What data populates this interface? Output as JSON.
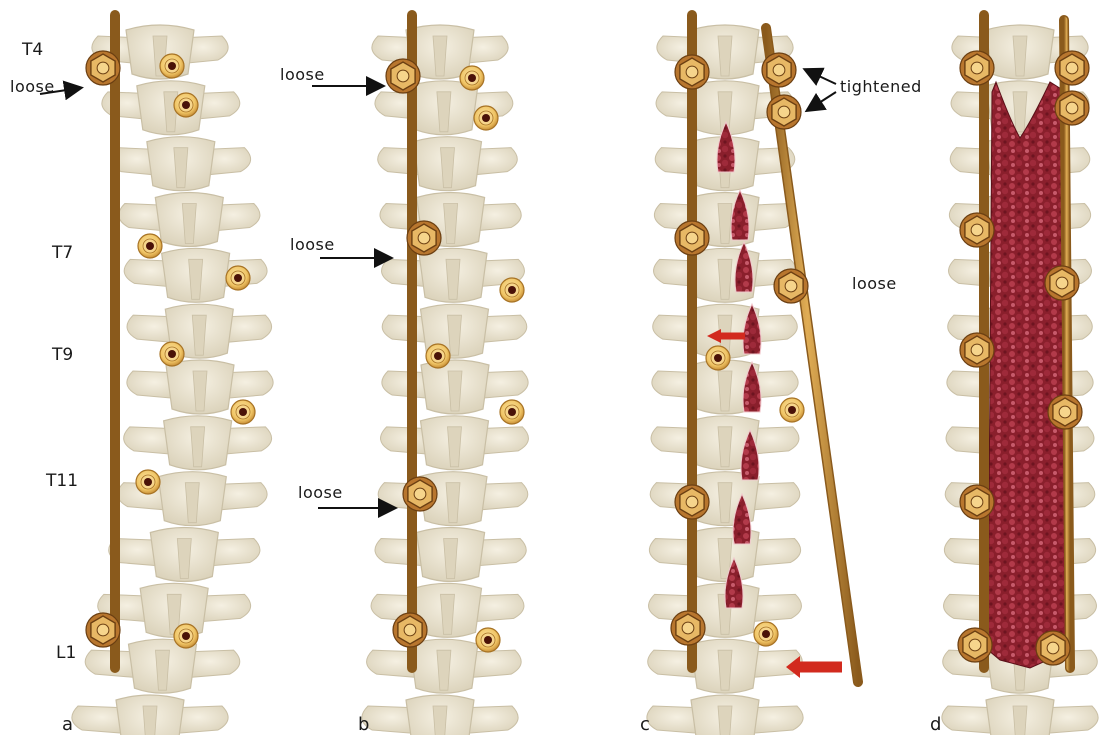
{
  "panels": [
    {
      "letter": "a"
    },
    {
      "letter": "b"
    },
    {
      "letter": "c"
    },
    {
      "letter": "d"
    }
  ],
  "levels": {
    "t4": "T4",
    "t7": "T7",
    "t9": "T9",
    "t11": "T11",
    "l1": "L1"
  },
  "annotations": {
    "a_loose": "loose",
    "b_loose_top": "loose",
    "b_loose_mid": "loose",
    "b_loose_low": "loose",
    "c_tightened": "tightened",
    "c_loose": "loose"
  },
  "colors": {
    "bone": "#e9e2cf",
    "bone_shade": "#c9bfa5",
    "rod": "#c8923c",
    "rod_edge": "#8a5a1c",
    "screw_nut": "#b8762e",
    "screw_head": "#f0c566",
    "bone_graft": "#8a1f2c",
    "graft_light": "#c0475a",
    "arrow_black": "#111111",
    "arrow_red": "#d22a1e"
  }
}
